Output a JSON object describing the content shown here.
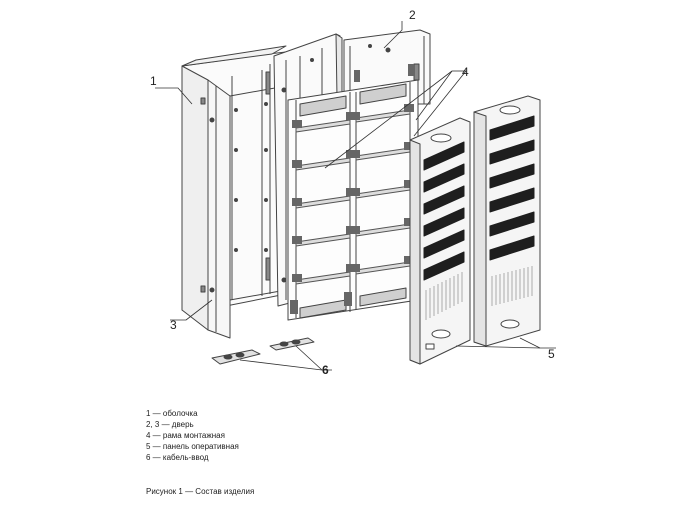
{
  "callouts": {
    "c1": "1",
    "c2": "2",
    "c3": "3",
    "c4": "4",
    "c5": "5",
    "c6": "6"
  },
  "legend": [
    "1 — оболочка",
    "2, 3 — дверь",
    "4 — рама монтажная",
    "5 — панель оперативная",
    "6 — кабель-ввод"
  ],
  "caption": "Рисунок 1 — Состав изделия",
  "colors": {
    "line": "#444444",
    "panel_fill": "#f4f4f4",
    "slot_dark": "#222222",
    "grill": "#bdbdbd"
  }
}
